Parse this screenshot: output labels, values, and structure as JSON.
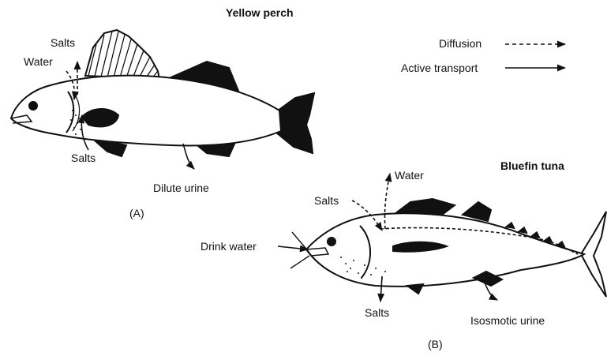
{
  "panel_a": {
    "title": "Yellow perch",
    "label": "(A)",
    "labels": {
      "salts_top": "Salts",
      "water": "Water",
      "salts_bottom": "Salts",
      "urine": "Dilute urine"
    }
  },
  "panel_b": {
    "title": "Bluefin tuna",
    "label": "(B)",
    "labels": {
      "water": "Water",
      "salts_top": "Salts",
      "drink_water": "Drink water",
      "salts_bottom": "Salts",
      "urine": "Isosmotic urine"
    }
  },
  "legend": {
    "diffusion": "Diffusion",
    "active_transport": "Active transport"
  }
}
